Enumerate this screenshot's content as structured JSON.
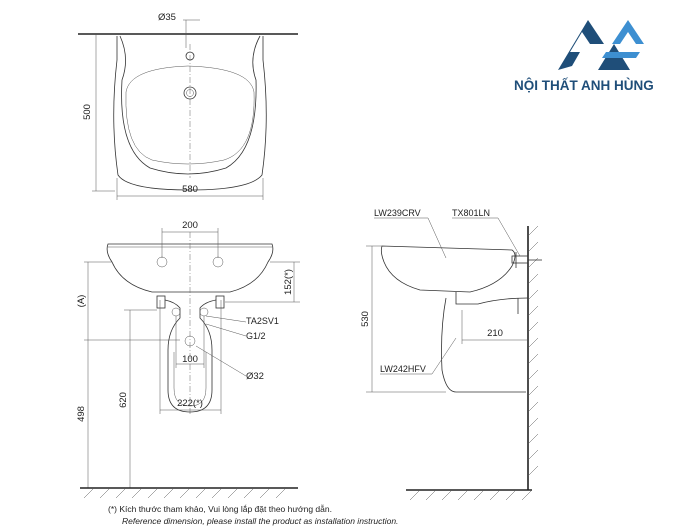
{
  "brand": {
    "name": "NỘI THẤT ANH HÙNG",
    "colors": {
      "navy": "#1f4e79",
      "light_blue": "#3d8fd1"
    }
  },
  "top_view": {
    "hole_label": "Ø35",
    "height_label": "500",
    "width_label": "580"
  },
  "front_view": {
    "width_200": "200",
    "height_152": "152(*)",
    "height_A": "(A)",
    "label_ta2sv1": "TA2SV1",
    "label_g12": "G1/2",
    "width_100": "100",
    "drain_label": "Ø32",
    "width_222": "222(*)",
    "height_620": "620",
    "height_498": "498"
  },
  "side_view": {
    "label_lw239crv": "LW239CRV",
    "label_tx801ln": "TX801LN",
    "height_530": "530",
    "depth_210": "210",
    "label_lw242hfv": "LW242HFV"
  },
  "footer": {
    "note_vi": "(*) Kích thước tham khảo, Vui lòng lắp đặt theo hướng dẫn.",
    "note_en": "Reference dimension, please install the product as installation instruction."
  }
}
